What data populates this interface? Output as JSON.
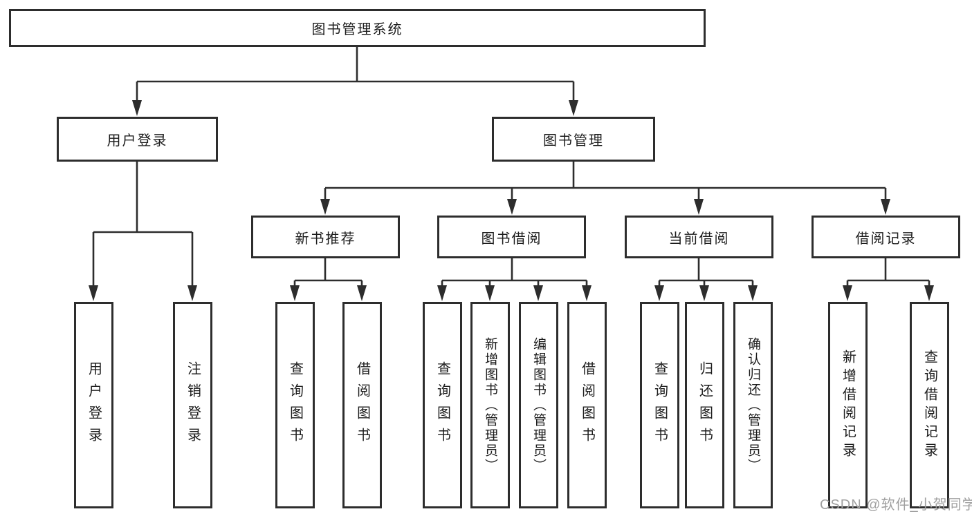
{
  "diagram": {
    "type": "hierarchy-tree",
    "title": "图书管理系统"
  },
  "nodes": {
    "root": {
      "label": "图书管理系统",
      "level": 1
    },
    "user_login": {
      "label": "用户登录",
      "level": 2,
      "parent": "root"
    },
    "book_mgmt": {
      "label": "图书管理",
      "level": 2,
      "parent": "root"
    },
    "new_book_rec": {
      "label": "新书推荐",
      "level": 3,
      "parent": "book_mgmt"
    },
    "book_borrow": {
      "label": "图书借阅",
      "level": 3,
      "parent": "book_mgmt"
    },
    "current_borrow": {
      "label": "当前借阅",
      "level": 3,
      "parent": "book_mgmt"
    },
    "borrow_record": {
      "label": "借阅记录",
      "level": 3,
      "parent": "book_mgmt"
    },
    "leaf_user_login": {
      "label": "用户登录",
      "level": 4,
      "parent": "user_login"
    },
    "leaf_logout": {
      "label": "注销登录",
      "level": 4,
      "parent": "user_login"
    },
    "leaf_query_book_1": {
      "label": "查询图书",
      "level": 4,
      "parent": "new_book_rec"
    },
    "leaf_borrow_book_1": {
      "label": "借阅图书",
      "level": 4,
      "parent": "new_book_rec"
    },
    "leaf_query_book_2": {
      "label": "查询图书",
      "level": 4,
      "parent": "book_borrow"
    },
    "leaf_add_book": {
      "label": "新增图书（管理员）",
      "level": 4,
      "parent": "book_borrow"
    },
    "leaf_edit_book": {
      "label": "编辑图书（管理员）",
      "level": 4,
      "parent": "book_borrow"
    },
    "leaf_borrow_book_2": {
      "label": "借阅图书",
      "level": 4,
      "parent": "book_borrow"
    },
    "leaf_query_book_3": {
      "label": "查询图书",
      "level": 4,
      "parent": "current_borrow"
    },
    "leaf_return_book": {
      "label": "归还图书",
      "level": 4,
      "parent": "current_borrow"
    },
    "leaf_confirm_return": {
      "label": "确认归还（管理员）",
      "level": 4,
      "parent": "current_borrow"
    },
    "leaf_add_record": {
      "label": "新增借阅记录",
      "level": 4,
      "parent": "borrow_record"
    },
    "leaf_query_record": {
      "label": "查询借阅记录",
      "level": 4,
      "parent": "borrow_record"
    }
  },
  "watermark": {
    "text": "CSDN @软件_小贺同学"
  },
  "colors": {
    "background": "#ffffff",
    "box_border": "#2d2d2d",
    "line": "#2d2d2d",
    "text": "#1c1c1c",
    "watermark": "#a0a0a0"
  }
}
